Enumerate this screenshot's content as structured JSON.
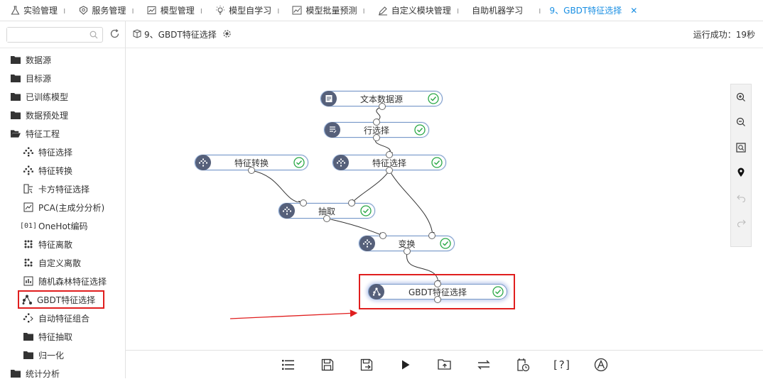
{
  "tabs": [
    {
      "label": "实验管理",
      "icon": "flask-icon"
    },
    {
      "label": "服务管理",
      "icon": "service-icon"
    },
    {
      "label": "模型管理",
      "icon": "chart-icon"
    },
    {
      "label": "模型自学习",
      "icon": "bulb-icon"
    },
    {
      "label": "模型批量预测",
      "icon": "trend-icon"
    },
    {
      "label": "自定义模块管理",
      "icon": "edit-icon"
    },
    {
      "label": "自助机器学习",
      "icon": ""
    },
    {
      "label": "9、GBDT特征选择",
      "icon": "",
      "active": true
    }
  ],
  "sidebar": {
    "search_placeholder": "",
    "items": [
      {
        "label": "数据源"
      },
      {
        "label": "目标源"
      },
      {
        "label": "已训练模型"
      },
      {
        "label": "数据预处理"
      },
      {
        "label": "特征工程"
      },
      {
        "label": "特征选择"
      },
      {
        "label": "特征转换"
      },
      {
        "label": "卡方特征选择"
      },
      {
        "label": "PCA(主成分分析)"
      },
      {
        "label": "OneHot编码"
      },
      {
        "label": "特征离散"
      },
      {
        "label": "自定义离散"
      },
      {
        "label": "随机森林特征选择"
      },
      {
        "label": "GBDT特征选择"
      },
      {
        "label": "自动特征组合"
      },
      {
        "label": "特征抽取"
      },
      {
        "label": "归一化"
      },
      {
        "label": "统计分析"
      }
    ]
  },
  "main": {
    "title": "9、GBDT特征选择",
    "status": "运行成功：19秒"
  },
  "workflow": {
    "nodes": [
      {
        "label": "文本数据源"
      },
      {
        "label": "行选择"
      },
      {
        "label": "特征转换"
      },
      {
        "label": "特征选择"
      },
      {
        "label": "抽取"
      },
      {
        "label": "变换"
      },
      {
        "label": "GBDT特征选择"
      }
    ]
  },
  "colors": {
    "accent": "#1a8fe3",
    "highlight": "#e01e1e",
    "node_icon": "#56607a",
    "ok": "#2aa845"
  }
}
